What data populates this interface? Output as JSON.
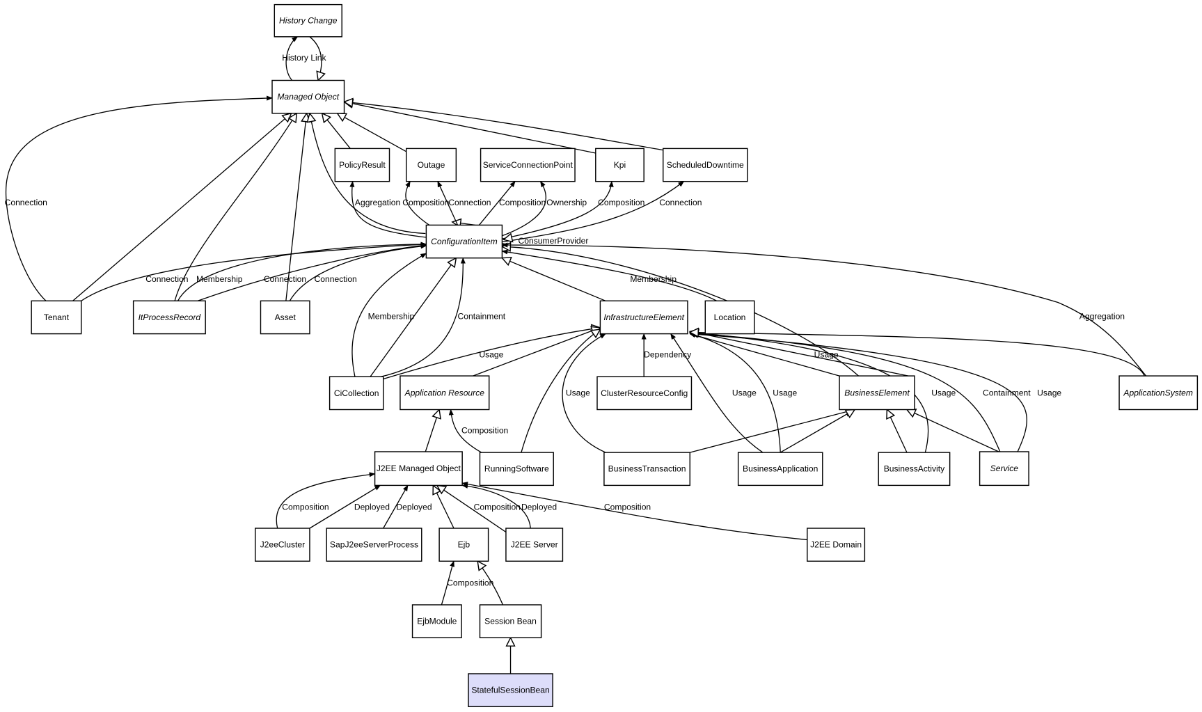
{
  "colors": {
    "line": "#000000",
    "box": "#ffffff",
    "highlight": "#ddddfa"
  },
  "nodes": [
    {
      "id": "history",
      "label": "History Change",
      "abstract": true
    },
    {
      "id": "managed",
      "label": "Managed Object",
      "abstract": true
    },
    {
      "id": "policy",
      "label": "PolicyResult"
    },
    {
      "id": "outage",
      "label": "Outage"
    },
    {
      "id": "scp",
      "label": "ServiceConnectionPoint"
    },
    {
      "id": "kpi",
      "label": "Kpi"
    },
    {
      "id": "sched",
      "label": "ScheduledDowntime"
    },
    {
      "id": "ci",
      "label": "ConfigurationItem",
      "abstract": true
    },
    {
      "id": "tenant",
      "label": "Tenant"
    },
    {
      "id": "itproc",
      "label": "ItProcessRecord",
      "abstract": true
    },
    {
      "id": "asset",
      "label": "Asset"
    },
    {
      "id": "infra",
      "label": "InfrastructureElement",
      "abstract": true
    },
    {
      "id": "location",
      "label": "Location"
    },
    {
      "id": "cicoll",
      "label": "CiCollection"
    },
    {
      "id": "appres",
      "label": "Application Resource",
      "abstract": true
    },
    {
      "id": "crc",
      "label": "ClusterResourceConfig"
    },
    {
      "id": "buselem",
      "label": "BusinessElement",
      "abstract": true
    },
    {
      "id": "appsys",
      "label": "ApplicationSystem",
      "abstract": true
    },
    {
      "id": "j2eemo",
      "label": "J2EE Managed Object"
    },
    {
      "id": "running",
      "label": "RunningSoftware"
    },
    {
      "id": "bustx",
      "label": "BusinessTransaction"
    },
    {
      "id": "busapp",
      "label": "BusinessApplication"
    },
    {
      "id": "busact",
      "label": "BusinessActivity"
    },
    {
      "id": "service",
      "label": "Service",
      "abstract": true
    },
    {
      "id": "j2eecl",
      "label": "J2eeCluster"
    },
    {
      "id": "sapj2ee",
      "label": "SapJ2eeServerProcess"
    },
    {
      "id": "ejb",
      "label": "Ejb"
    },
    {
      "id": "j2eesrv",
      "label": "J2EE Server"
    },
    {
      "id": "j2eedom",
      "label": "J2EE Domain"
    },
    {
      "id": "ejbmod",
      "label": "EjbModule"
    },
    {
      "id": "sbean",
      "label": "Session Bean"
    },
    {
      "id": "sfsb",
      "label": "StatefulSessionBean",
      "highlight": true
    }
  ],
  "edges": [
    {
      "id": "e01",
      "kind": "assoc",
      "label": "History Link"
    },
    {
      "id": "e02",
      "kind": "gen"
    },
    {
      "id": "e03",
      "kind": "assoc",
      "label": "Connection"
    },
    {
      "id": "e04",
      "kind": "gen"
    },
    {
      "id": "e05",
      "kind": "gen"
    },
    {
      "id": "e06",
      "kind": "gen"
    },
    {
      "id": "e07",
      "kind": "gen"
    },
    {
      "id": "e08",
      "kind": "gen"
    },
    {
      "id": "e09",
      "kind": "gen"
    },
    {
      "id": "e10",
      "kind": "gen"
    },
    {
      "id": "e11",
      "kind": "gen"
    },
    {
      "id": "e12",
      "kind": "gen"
    },
    {
      "id": "e13",
      "kind": "assoc",
      "label": "Aggregation"
    },
    {
      "id": "e14",
      "kind": "assoc",
      "label": "Composition"
    },
    {
      "id": "e15",
      "kind": "assoc",
      "label": "Connection"
    },
    {
      "id": "e16",
      "kind": "assoc",
      "label": "Composition"
    },
    {
      "id": "e17",
      "kind": "assoc",
      "label": "Ownership"
    },
    {
      "id": "e18",
      "kind": "assoc",
      "label": "Composition"
    },
    {
      "id": "e19",
      "kind": "assoc",
      "label": "Connection"
    },
    {
      "id": "e20",
      "kind": "gen",
      "label": "ConsumerProvider"
    },
    {
      "id": "e21",
      "kind": "assoc",
      "label": "Connection"
    },
    {
      "id": "e22",
      "kind": "assoc",
      "label": "Membership"
    },
    {
      "id": "e23",
      "kind": "assoc",
      "label": "Connection"
    },
    {
      "id": "e24",
      "kind": "assoc",
      "label": "Connection"
    },
    {
      "id": "e25",
      "kind": "assoc",
      "label": "Membership"
    },
    {
      "id": "e26",
      "kind": "gen"
    },
    {
      "id": "e27",
      "kind": "assoc",
      "label": "Containment"
    },
    {
      "id": "e28",
      "kind": "gen"
    },
    {
      "id": "e29",
      "kind": "assoc",
      "label": "Membership"
    },
    {
      "id": "e30",
      "kind": "gen"
    },
    {
      "id": "e31",
      "kind": "assoc",
      "label": "Aggregation"
    },
    {
      "id": "e32",
      "kind": "gen",
      "label": "Usage"
    },
    {
      "id": "e33",
      "kind": "gen"
    },
    {
      "id": "e34",
      "kind": "gen"
    },
    {
      "id": "e35",
      "kind": "assoc",
      "label": "Usage"
    },
    {
      "id": "e36",
      "kind": "assoc",
      "label": "Dependency"
    },
    {
      "id": "e37",
      "kind": "assoc",
      "label": "Usage"
    },
    {
      "id": "e38",
      "kind": "assoc",
      "label": "Usage"
    },
    {
      "id": "e39",
      "kind": "assoc",
      "label": "Containment"
    },
    {
      "id": "e40",
      "kind": "gen",
      "label": "Usage"
    },
    {
      "id": "e41",
      "kind": "assoc",
      "label": "Usage"
    },
    {
      "id": "e42",
      "kind": "assoc",
      "label": "Containment"
    },
    {
      "id": "e43",
      "kind": "assoc",
      "label": "Usage"
    },
    {
      "id": "e44",
      "kind": "gen"
    },
    {
      "id": "e45",
      "kind": "gen"
    },
    {
      "id": "e46",
      "kind": "gen"
    },
    {
      "id": "e47",
      "kind": "gen"
    },
    {
      "id": "e48",
      "kind": "gen"
    },
    {
      "id": "e49",
      "kind": "gen"
    },
    {
      "id": "e50",
      "kind": "assoc",
      "label": "Composition"
    },
    {
      "id": "e51",
      "kind": "assoc",
      "label": "Composition"
    },
    {
      "id": "e52",
      "kind": "assoc",
      "label": "Deployed"
    },
    {
      "id": "e53",
      "kind": "assoc",
      "label": "Deployed"
    },
    {
      "id": "e54",
      "kind": "gen"
    },
    {
      "id": "e55",
      "kind": "gen",
      "label": "Composition"
    },
    {
      "id": "e56",
      "kind": "assoc",
      "label": "Deployed"
    },
    {
      "id": "e57",
      "kind": "assoc",
      "label": "Composition"
    },
    {
      "id": "e58",
      "kind": "assoc",
      "label": "Composition"
    },
    {
      "id": "e59",
      "kind": "gen"
    },
    {
      "id": "e60",
      "kind": "gen"
    }
  ]
}
